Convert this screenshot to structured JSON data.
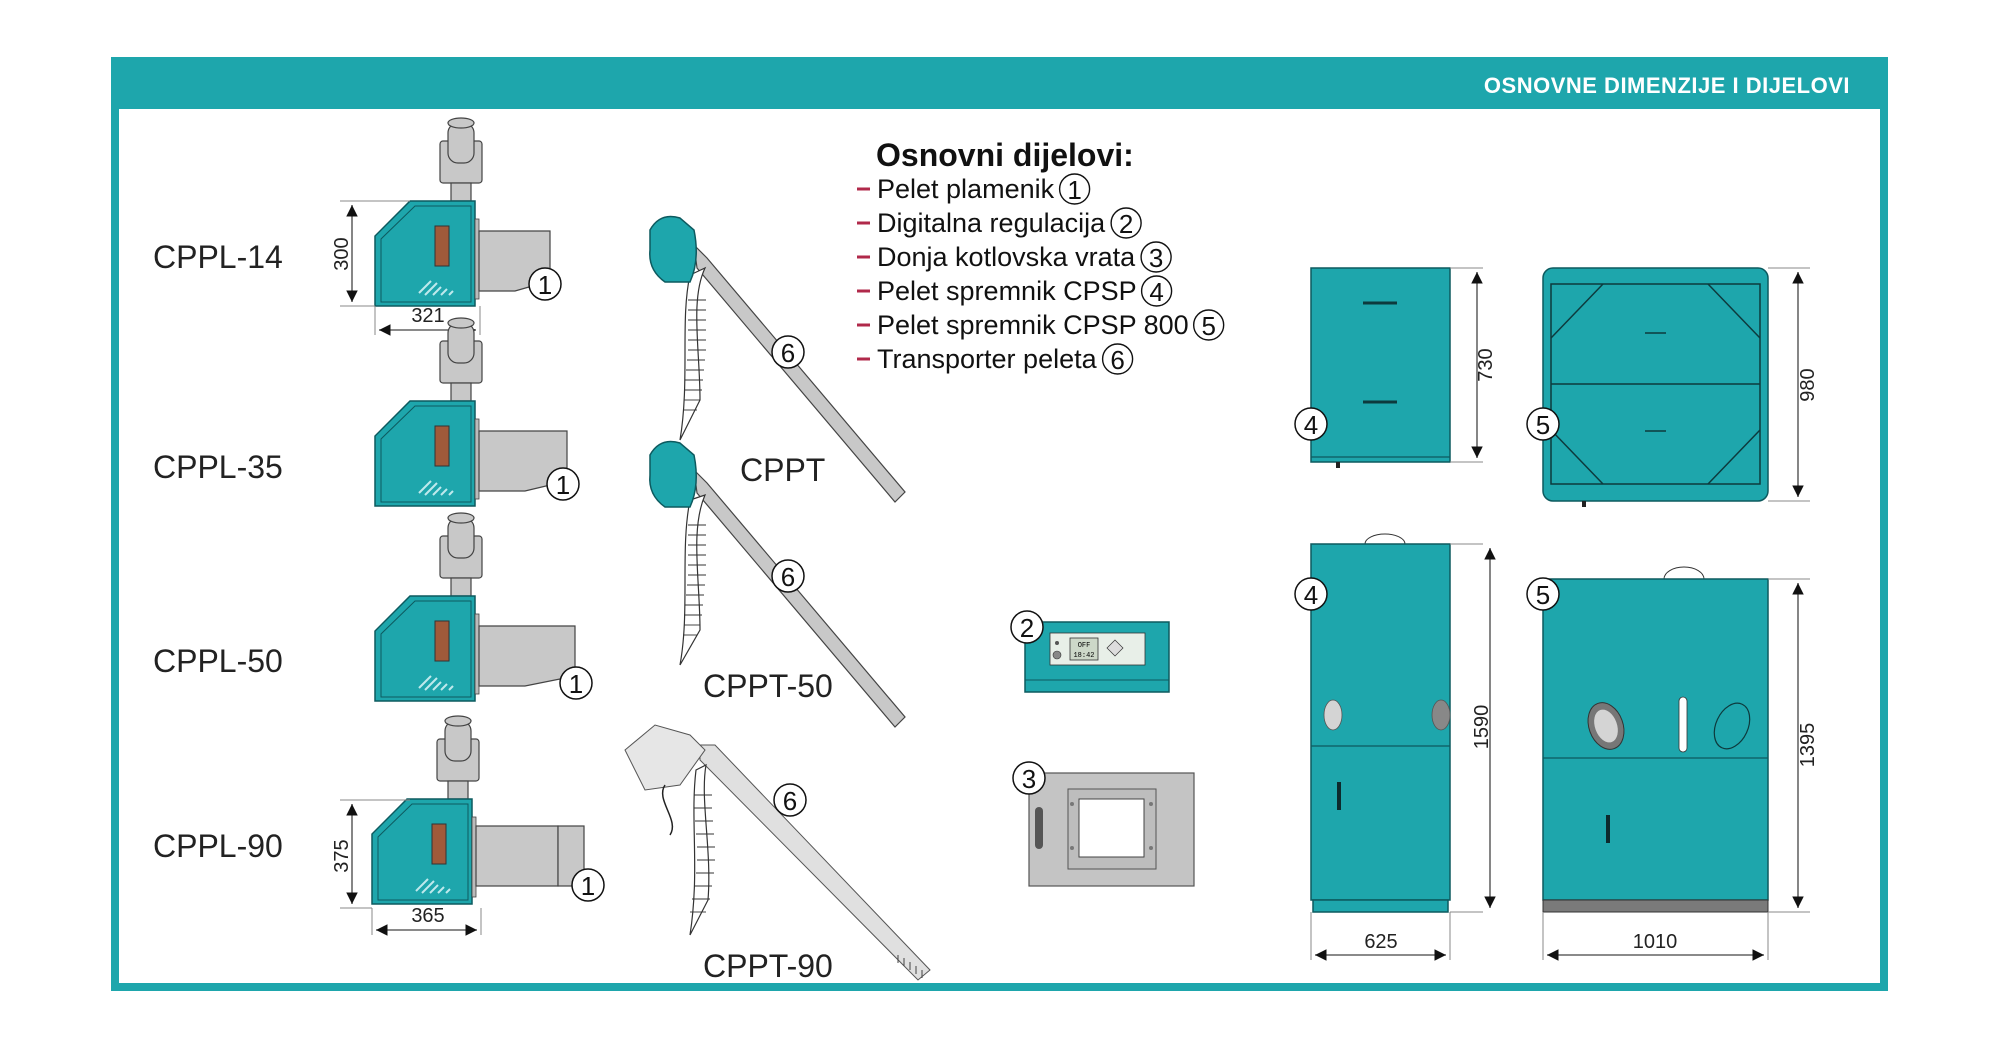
{
  "header": {
    "title": "OSNOVNE DIMENZIJE I DIJELOVI"
  },
  "colors": {
    "brand_teal": "#1ea6ac",
    "dash_red": "#b0294a",
    "hopper_grey": "#c8c8c8"
  },
  "parts": {
    "title": "Osnovni dijelovi:",
    "items": [
      {
        "label": "Pelet plamenik",
        "num": "1"
      },
      {
        "label": "Digitalna regulacija",
        "num": "2"
      },
      {
        "label": "Donja kotlovska vrata",
        "num": "3"
      },
      {
        "label": "Pelet spremnik CPSP",
        "num": "4"
      },
      {
        "label": "Pelet spremnik CPSP 800",
        "num": "5"
      },
      {
        "label": "Transporter peleta",
        "num": "6"
      }
    ]
  },
  "burners": [
    {
      "model": "CPPL-14",
      "height": "300",
      "width": "321",
      "num": "1"
    },
    {
      "model": "CPPL-35",
      "num": "1"
    },
    {
      "model": "CPPL-50",
      "num": "1"
    },
    {
      "model": "CPPL-90",
      "height": "375",
      "width": "365",
      "num": "1"
    }
  ],
  "transporters": [
    {
      "model": "CPPT",
      "num": "6"
    },
    {
      "model": "CPPT-50",
      "num": "6"
    },
    {
      "model": "CPPT-90",
      "num": "6"
    }
  ],
  "controller": {
    "num": "2",
    "display_top": "OFF",
    "display_bottom": "18:42"
  },
  "door": {
    "num": "3"
  },
  "tanks": {
    "cpsp_top": {
      "num": "4",
      "depth": "730"
    },
    "cpsp800_top": {
      "num": "5",
      "depth": "980"
    },
    "cpsp_front": {
      "num": "4",
      "height": "1590",
      "width": "625"
    },
    "cpsp800_front": {
      "num": "5",
      "height": "1395",
      "width": "1010"
    }
  }
}
